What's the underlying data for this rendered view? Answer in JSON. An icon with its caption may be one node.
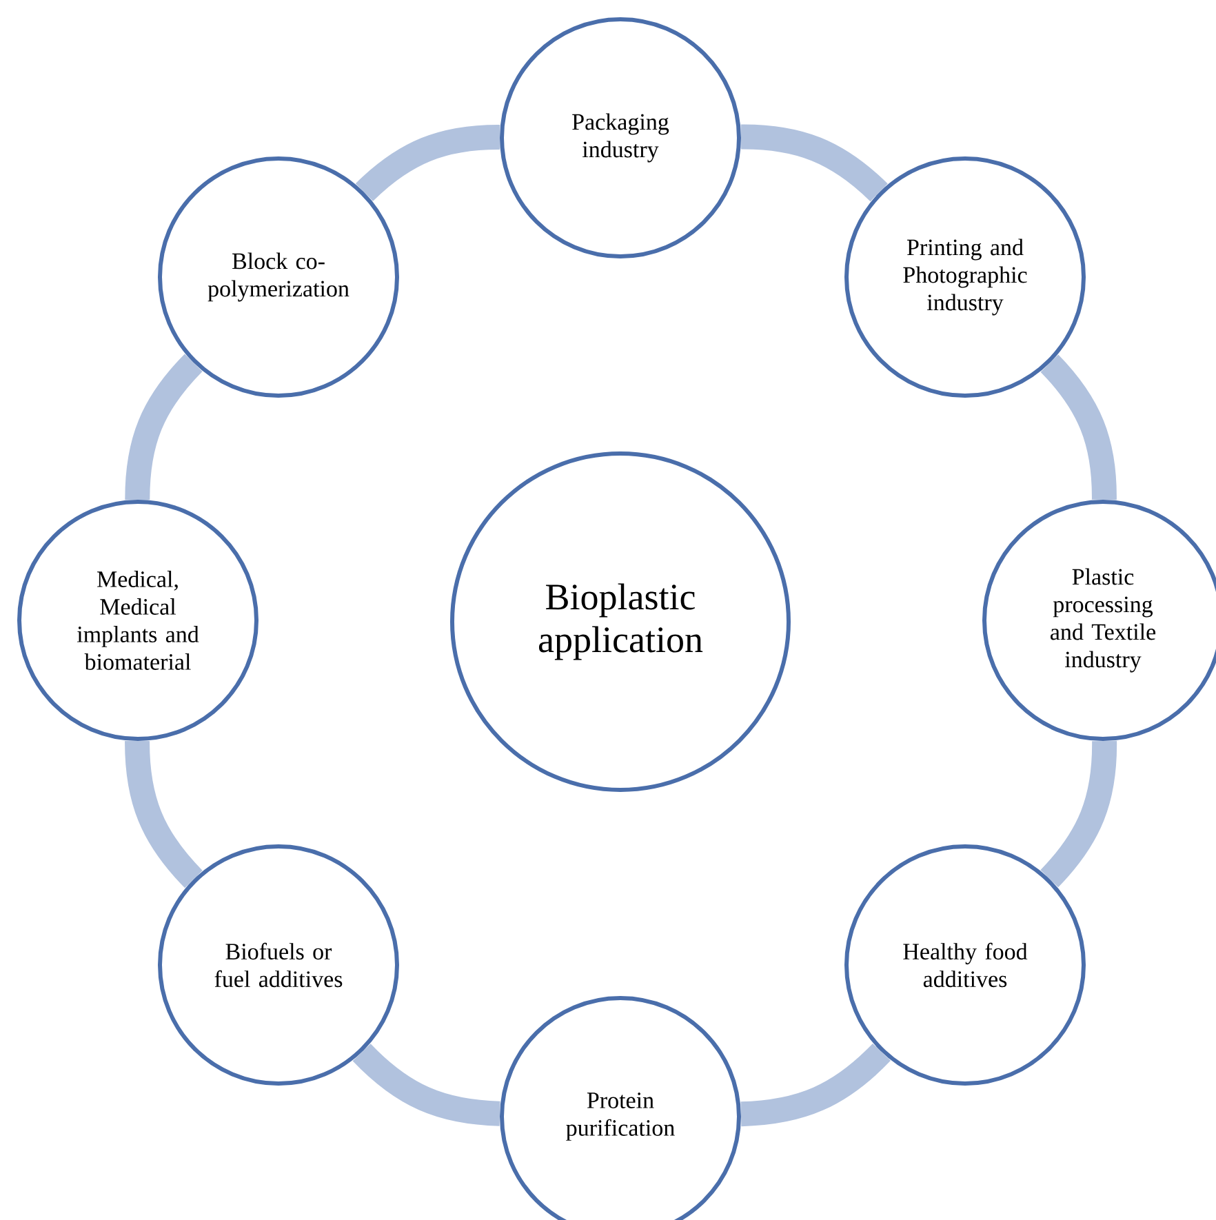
{
  "diagram": {
    "nodes": [
      {
        "text": [
          "Bioplastic application"
        ]
      },
      {
        "text": [
          "Packaging industry"
        ]
      },
      {
        "text": [
          "Printing and Photographic industry"
        ]
      },
      {
        "text": [
          "Plastic processing and Textile industry"
        ]
      },
      {
        "text": [
          "Healthy food additives"
        ]
      },
      {
        "text": [
          "Protein purification"
        ]
      },
      {
        "text": [
          "Biofuels or fuel additives"
        ]
      },
      {
        "text": [
          "Medical, Medical implants and biomaterial"
        ]
      },
      {
        "text": [
          "Block co-polymerization"
        ]
      }
    ],
    "edges": [
      {
        "from": 1,
        "to": 2,
        "arrow": "none"
      },
      {
        "from": 2,
        "to": 3,
        "arrow": "none"
      },
      {
        "from": 3,
        "to": 4,
        "arrow": "none"
      },
      {
        "from": 4,
        "to": 5,
        "arrow": "none"
      },
      {
        "from": 5,
        "to": 6,
        "arrow": "none"
      },
      {
        "from": 6,
        "to": 7,
        "arrow": "none"
      },
      {
        "from": 7,
        "to": 8,
        "arrow": "none"
      },
      {
        "from": 8,
        "to": 1,
        "arrow": "none"
      }
    ]
  }
}
